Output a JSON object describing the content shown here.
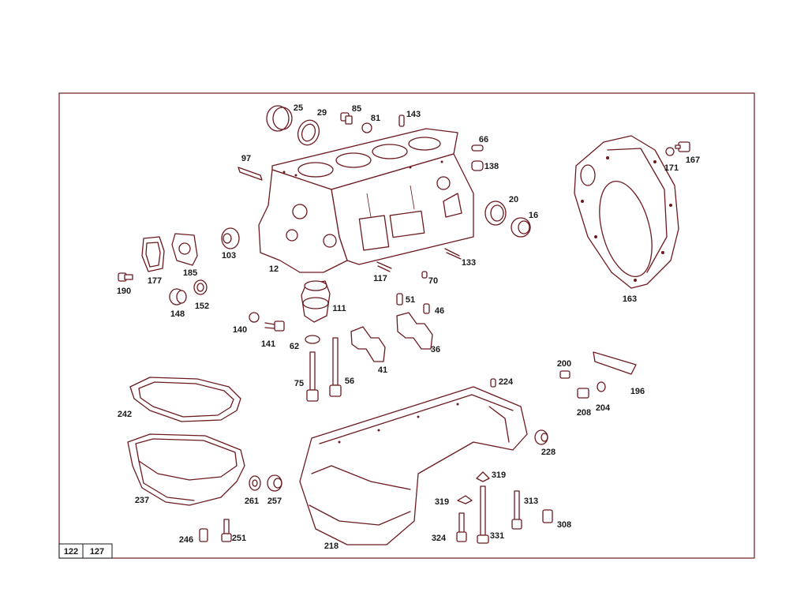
{
  "diagram": {
    "page_refs": [
      "122",
      "127"
    ],
    "callouts": [
      {
        "id": "c25",
        "text": "25"
      },
      {
        "id": "c29",
        "text": "29"
      },
      {
        "id": "c85",
        "text": "85"
      },
      {
        "id": "c81",
        "text": "81"
      },
      {
        "id": "c143",
        "text": "143"
      },
      {
        "id": "c66",
        "text": "66"
      },
      {
        "id": "c138",
        "text": "138"
      },
      {
        "id": "c97",
        "text": "97"
      },
      {
        "id": "c20",
        "text": "20"
      },
      {
        "id": "c16",
        "text": "16"
      },
      {
        "id": "c171",
        "text": "171"
      },
      {
        "id": "c167",
        "text": "167"
      },
      {
        "id": "c163",
        "text": "163"
      },
      {
        "id": "c103",
        "text": "103"
      },
      {
        "id": "c12",
        "text": "12"
      },
      {
        "id": "c133",
        "text": "133"
      },
      {
        "id": "c117",
        "text": "117"
      },
      {
        "id": "c70",
        "text": "70"
      },
      {
        "id": "c177",
        "text": "177"
      },
      {
        "id": "c185",
        "text": "185"
      },
      {
        "id": "c190",
        "text": "190"
      },
      {
        "id": "c148",
        "text": "148"
      },
      {
        "id": "c152",
        "text": "152"
      },
      {
        "id": "c111",
        "text": "111"
      },
      {
        "id": "c51",
        "text": "51"
      },
      {
        "id": "c46",
        "text": "46"
      },
      {
        "id": "c140",
        "text": "140"
      },
      {
        "id": "c141",
        "text": "141"
      },
      {
        "id": "c62",
        "text": "62"
      },
      {
        "id": "c41",
        "text": "41"
      },
      {
        "id": "c36",
        "text": "36"
      },
      {
        "id": "c75",
        "text": "75"
      },
      {
        "id": "c56",
        "text": "56"
      },
      {
        "id": "c200",
        "text": "200"
      },
      {
        "id": "c196",
        "text": "196"
      },
      {
        "id": "c208",
        "text": "208"
      },
      {
        "id": "c204",
        "text": "204"
      },
      {
        "id": "c224",
        "text": "224"
      },
      {
        "id": "c242",
        "text": "242"
      },
      {
        "id": "c228",
        "text": "228"
      },
      {
        "id": "c237",
        "text": "237"
      },
      {
        "id": "c261",
        "text": "261"
      },
      {
        "id": "c257",
        "text": "257"
      },
      {
        "id": "c319a",
        "text": "319"
      },
      {
        "id": "c319b",
        "text": "319"
      },
      {
        "id": "c313",
        "text": "313"
      },
      {
        "id": "c308",
        "text": "308"
      },
      {
        "id": "c246",
        "text": "246"
      },
      {
        "id": "c251",
        "text": "251"
      },
      {
        "id": "c218",
        "text": "218"
      },
      {
        "id": "c324",
        "text": "324"
      },
      {
        "id": "c331",
        "text": "331"
      }
    ]
  }
}
